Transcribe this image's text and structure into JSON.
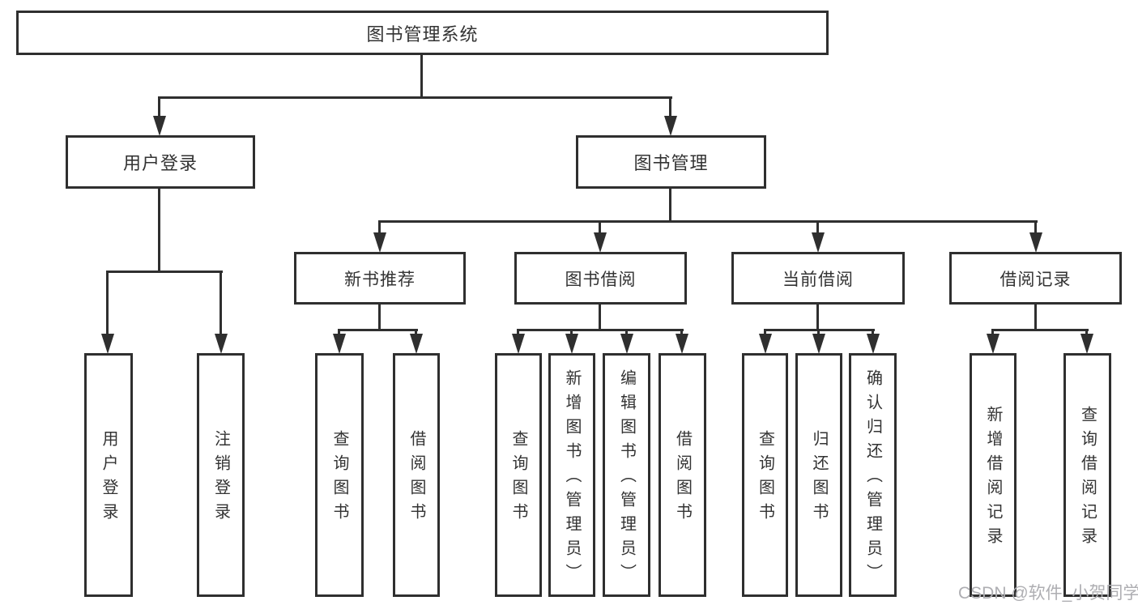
{
  "diagram": {
    "title": "图书管理系统",
    "root": {
      "label": "图书管理系统"
    },
    "branches": [
      {
        "label": "用户登录",
        "children": [
          {
            "label": "用户登录"
          },
          {
            "label": "注销登录"
          }
        ]
      },
      {
        "label": "图书管理",
        "children": [
          {
            "label": "新书推荐",
            "children": [
              {
                "label": "查询图书"
              },
              {
                "label": "借阅图书"
              }
            ]
          },
          {
            "label": "图书借阅",
            "children": [
              {
                "label": "查询图书"
              },
              {
                "label": "新增图书（管理员）"
              },
              {
                "label": "编辑图书（管理员）"
              },
              {
                "label": "借阅图书"
              }
            ]
          },
          {
            "label": "当前借阅",
            "children": [
              {
                "label": "查询图书"
              },
              {
                "label": "归还图书"
              },
              {
                "label": "确认归还（管理员）"
              }
            ]
          },
          {
            "label": "借阅记录",
            "children": [
              {
                "label": "新增借阅记录"
              },
              {
                "label": "查询借阅记录"
              }
            ]
          }
        ]
      }
    ]
  },
  "watermark": {
    "text": "CSDN @软件_小贺同学"
  },
  "colors": {
    "line": "#2f2f2f",
    "text": "#333333",
    "watermark": "#aeaeb2",
    "background": "#ffffff"
  }
}
